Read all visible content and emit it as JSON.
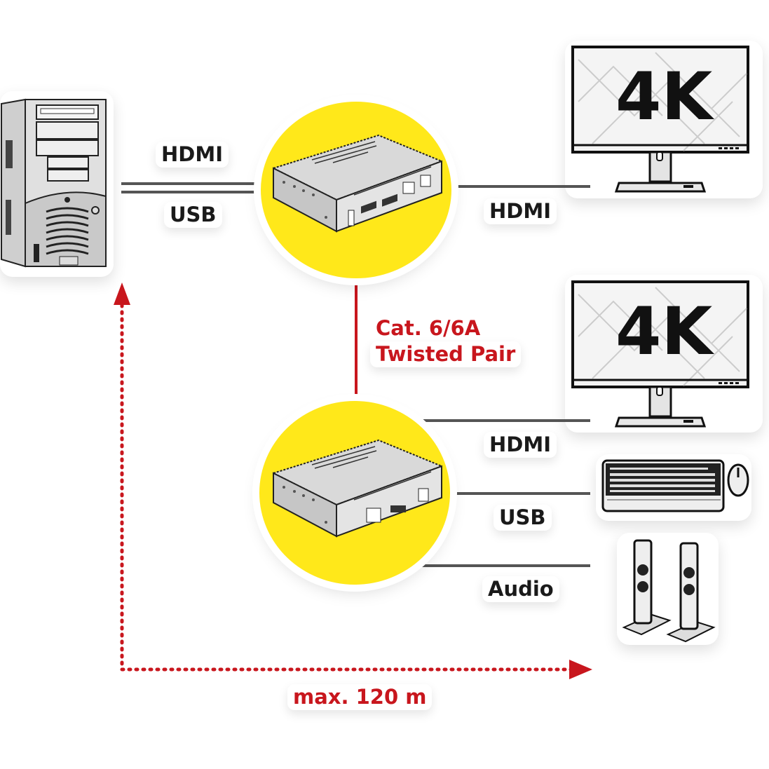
{
  "diagram": {
    "title": "HDMI KVM Extender over Cat. 6/6A Twisted Pair",
    "colors": {
      "highlight_circle": "#ffe81a",
      "accent_red": "#c8161d",
      "cable_gray": "#555555",
      "text_dark": "#1a1a1a"
    },
    "nodes": {
      "source_pc": {
        "icon": "pc-tower-icon"
      },
      "transmitter": {
        "icon": "extender-transmitter-icon"
      },
      "receiver": {
        "icon": "extender-receiver-icon"
      },
      "local_monitor": {
        "icon": "monitor-icon",
        "screen_text": "4K"
      },
      "remote_monitor": {
        "icon": "monitor-icon",
        "screen_text": "4K"
      },
      "keyboard_mouse": {
        "icon": "keyboard-mouse-icon"
      },
      "speakers": {
        "icon": "speakers-icon"
      }
    },
    "connections": {
      "pc_to_tx_hdmi": "HDMI",
      "pc_to_tx_usb": "USB",
      "tx_to_local_monitor": "HDMI",
      "link_line1": "Cat. 6/6A",
      "link_line2": "Twisted Pair",
      "rx_to_monitor": "HDMI",
      "rx_to_keyboard": "USB",
      "rx_to_speakers": "Audio"
    },
    "distance": {
      "label": "max. 120 m"
    }
  }
}
